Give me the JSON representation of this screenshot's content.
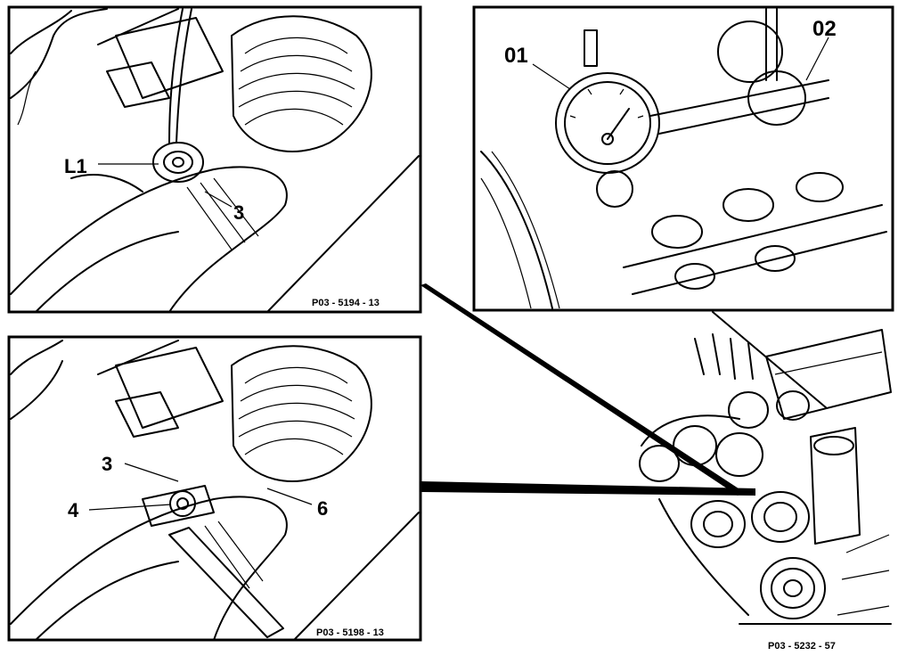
{
  "panels": {
    "top_left": {
      "callouts": {
        "l1": "L1",
        "three": "3"
      },
      "figure_ref": "P03 - 5194 - 13"
    },
    "top_right": {
      "callouts": {
        "o1": "01",
        "o2": "02"
      }
    },
    "bottom_left": {
      "callouts": {
        "three": "3",
        "four": "4",
        "six": "6"
      },
      "figure_ref": "P03 - 5198 - 13"
    },
    "overview": {
      "figure_ref": "P03 - 5232 - 57"
    }
  }
}
